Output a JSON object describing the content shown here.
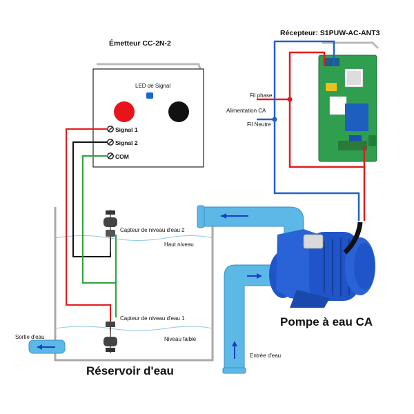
{
  "transmitter": {
    "title": "Émetteur CC-2N-2",
    "led_label": "LED de Signal",
    "terminals": [
      "Signal 1",
      "Signal 2",
      "COM"
    ],
    "colors": {
      "red_button": "#e8141a",
      "black_button": "#111111",
      "led": "#1a63d8"
    }
  },
  "receiver": {
    "title": "Récepteur: S1PUW-AC-ANT3",
    "board_color": "#2f9e4f",
    "phase_label": "Fil phase",
    "supply_label": "Alimentation CA",
    "neutral_label": "Fil Neutre"
  },
  "pump": {
    "title": "Pompe à eau CA",
    "inlet_label": "Entrée d'eau",
    "color": "#1f55c8"
  },
  "tank": {
    "title": "Réservoir d'eau",
    "outlet_label": "Sortie d'eau",
    "sensor2_label": "Capteur de niveau d'eau 2",
    "high_level_label": "Haut niveau",
    "sensor1_label": "Capteur de niveau d'eau 1",
    "low_level_label": "Niveau faible"
  },
  "colors": {
    "wire_red": "#e31b1b",
    "wire_blue": "#1f63c8",
    "wire_green": "#2aa33a",
    "wire_black": "#111111",
    "pipe_fill": "#5cb8e6",
    "arrow": "#1a3fc0",
    "water_line": "#8fc7ea"
  }
}
